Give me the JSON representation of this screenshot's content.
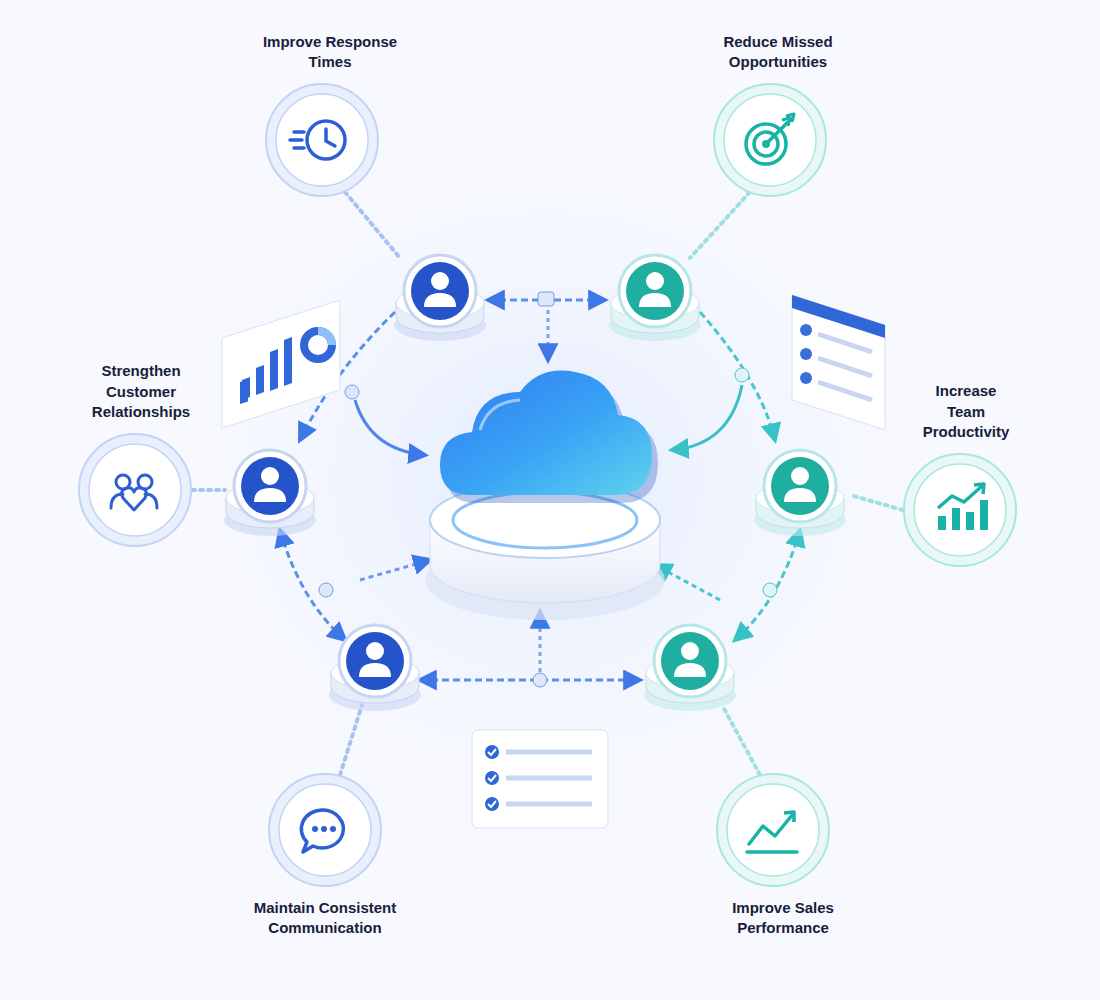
{
  "diagram": {
    "nodes": [
      {
        "text": [
          "Improve Response Times"
        ]
      },
      {
        "text": [
          "Reduce Missed Opportunities"
        ]
      },
      {
        "text": [
          "Strengthen Customer Relationships"
        ]
      },
      {
        "text": [
          "Increase Team Productivity"
        ]
      },
      {
        "text": [
          "Maintain Consistent Communication"
        ]
      },
      {
        "text": [
          "Improve Sales Performance"
        ]
      }
    ]
  }
}
